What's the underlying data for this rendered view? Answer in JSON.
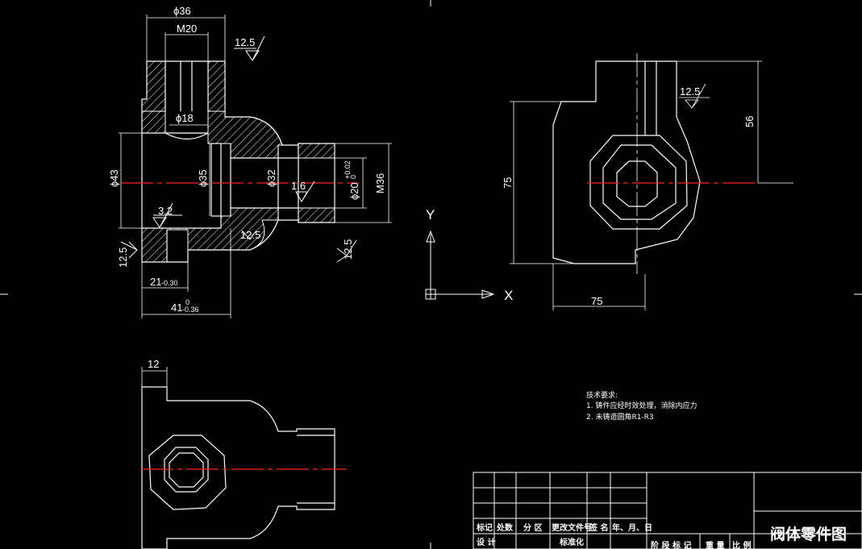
{
  "colors": {
    "background": "#000000",
    "lines": "#ffffff",
    "centerline": "#ff2020"
  },
  "dimensions": {
    "phi36": "ϕ36",
    "m20": "M20",
    "phi18": "ϕ18",
    "phi43": "ϕ43",
    "phi35": "ϕ35",
    "phi32": "ϕ32",
    "phi20": "ϕ20",
    "phi20_tol_upper": "+0.02",
    "phi20_tol_lower": "0",
    "m36": "M36",
    "len21": "21",
    "len21_tol": "-0.30",
    "len41": "41",
    "len41_tol_upper": "0",
    "len41_tol_lower": "-0.36",
    "h75": "75",
    "w75": "75",
    "h56": "56",
    "w12": "12"
  },
  "roughness": {
    "r12_5_a": "12.5",
    "r12_5_b": "12.5",
    "r12_5_c": "12.5",
    "r12_5_d": "12.5",
    "r12_5_e": "12.5",
    "r3_2": "3.2",
    "r1_6": "1.6"
  },
  "ucs": {
    "y_label": "Y",
    "x_label": "X"
  },
  "tech_notes": {
    "heading": "技术要求:",
    "line1": "1. 铸件应经时效处理，消除内应力",
    "line2": "2. 未铸造圆角R1-R3"
  },
  "title_block": {
    "h_mark": "标记",
    "h_count": "处数",
    "h_zone": "分 区",
    "h_doc": "更改文件号",
    "h_sign": "签 名",
    "h_date": "年、月、日",
    "h_design": "设 计",
    "h_std": "标准化",
    "h_stage": "阶 段 标 记",
    "h_weight": "重 量",
    "h_scale": "比 例",
    "drawing_title": "阀体零件图"
  }
}
